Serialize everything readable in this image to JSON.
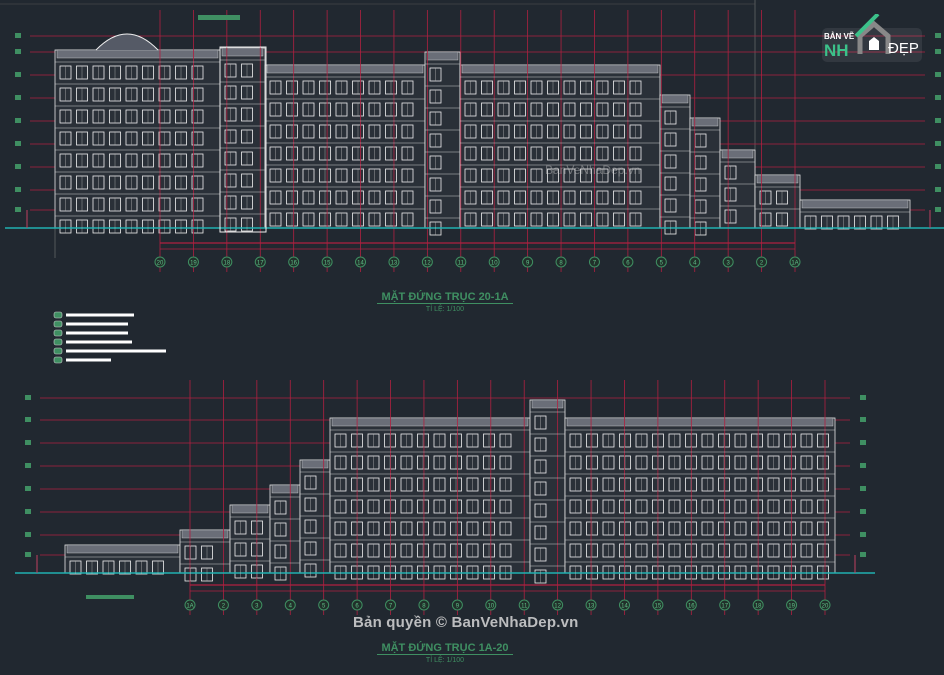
{
  "drawing": {
    "elevation_1": {
      "title": "MẶT ĐỨNG TRỤC 20-1A",
      "scale": "TỈ LỆ: 1/100",
      "axis_labels": [
        "20",
        "19",
        "18",
        "17",
        "16",
        "15",
        "14",
        "13",
        "12",
        "11",
        "10",
        "9",
        "8",
        "7",
        "6",
        "5",
        "4",
        "3",
        "2",
        "1A"
      ]
    },
    "elevation_2": {
      "title": "MẶT ĐỨNG TRỤC 1A-20",
      "scale": "TỈ LỆ: 1/100",
      "axis_labels": [
        "1A",
        "2",
        "3",
        "4",
        "5",
        "6",
        "7",
        "8",
        "9",
        "10",
        "11",
        "12",
        "13",
        "14",
        "15",
        "16",
        "17",
        "18",
        "19",
        "20"
      ]
    },
    "watermark_center": "BanVeNhaDep.vn",
    "copyright": "Bản quyền © BanVeNhaDep.vn"
  },
  "logo": {
    "line1": "BẢN VẼ",
    "line2": "NH",
    "line3": "ĐẸP"
  },
  "colors": {
    "background": "#212830",
    "grid": "#b02040",
    "building": "#e8e8e8",
    "annotation": "#3f8f62",
    "ground": "#20b0b0"
  }
}
